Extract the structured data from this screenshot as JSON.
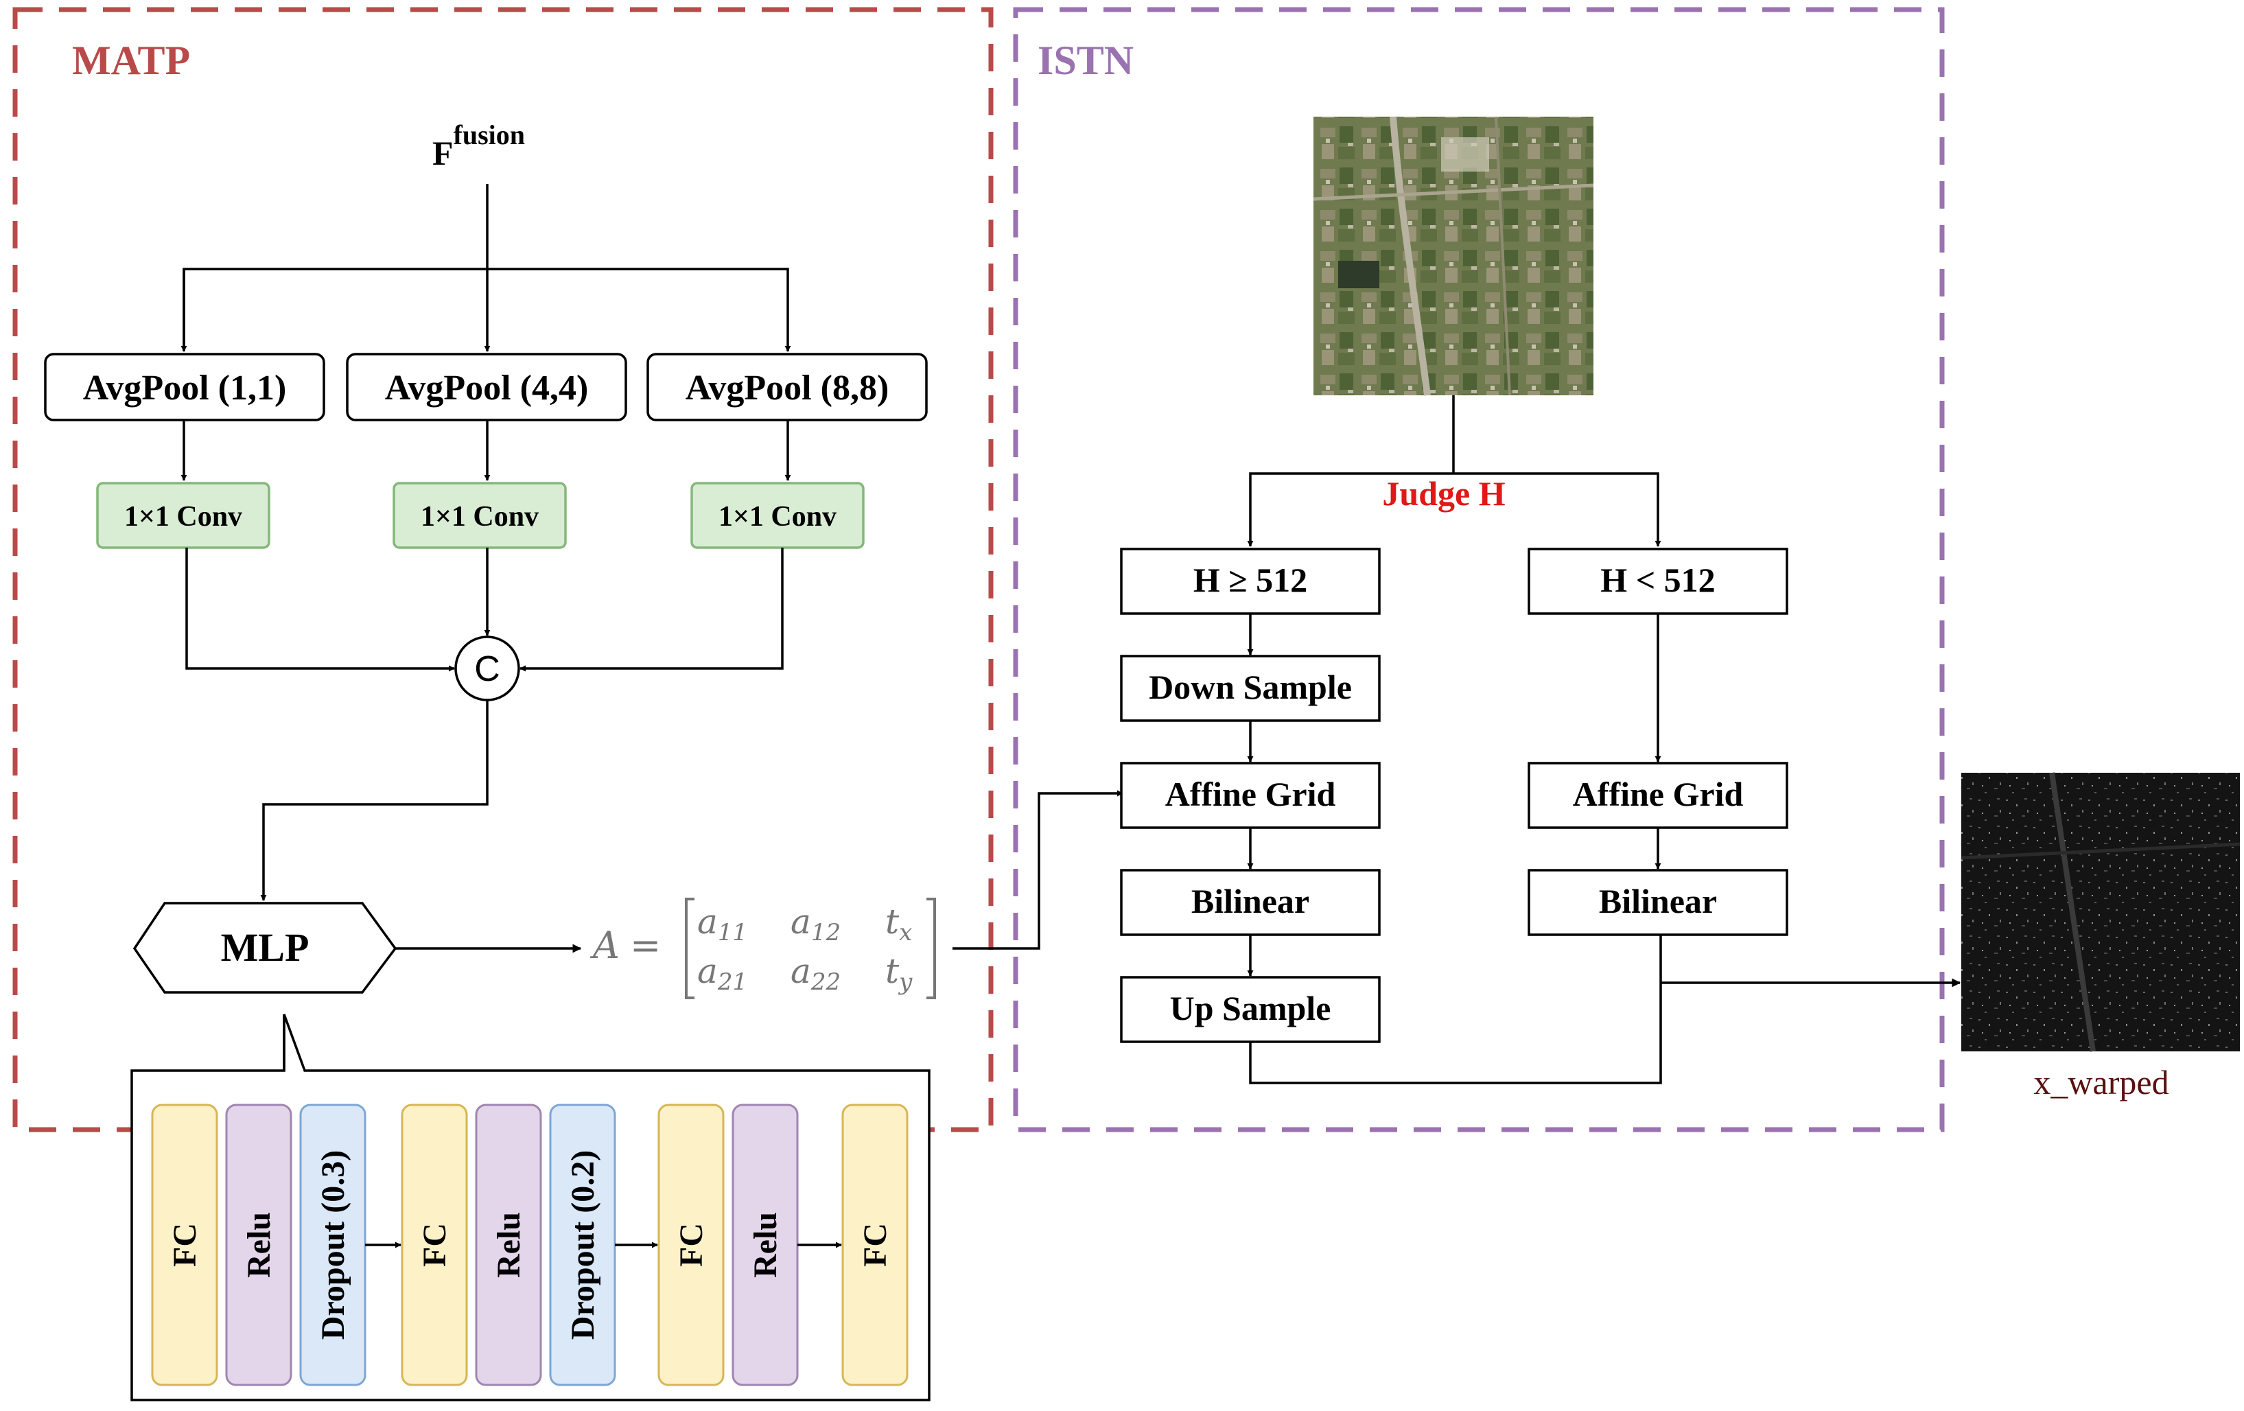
{
  "sections": {
    "matp": {
      "label": "MATP",
      "color": "#b94a4a"
    },
    "istn": {
      "label": "ISTN",
      "color": "#9a72b0"
    }
  },
  "input": {
    "base": "F",
    "superscript": "fusion"
  },
  "pool_boxes": [
    {
      "label": "AvgPool (1,1)"
    },
    {
      "label": "AvgPool (4,4)"
    },
    {
      "label": "AvgPool (8,8)"
    }
  ],
  "conv_boxes": [
    {
      "label": "1×1 Conv"
    },
    {
      "label": "1×1 Conv"
    },
    {
      "label": "1×1 Conv"
    }
  ],
  "concat": {
    "label": "C"
  },
  "mlp": {
    "label": "MLP"
  },
  "matrix": {
    "lhs": "A",
    "eq": "=",
    "cells": [
      {
        "base": "a",
        "sub": "11"
      },
      {
        "base": "a",
        "sub": "12"
      },
      {
        "base": "t",
        "sub": "x"
      },
      {
        "base": "a",
        "sub": "21"
      },
      {
        "base": "a",
        "sub": "22"
      },
      {
        "base": "t",
        "sub": "y"
      }
    ]
  },
  "mlp_layers": [
    {
      "label": "FC",
      "kind": "fc"
    },
    {
      "label": "Relu",
      "kind": "relu"
    },
    {
      "label": "Dropout  (0.3)",
      "kind": "dropout"
    },
    {
      "label": "FC",
      "kind": "fc"
    },
    {
      "label": "Relu",
      "kind": "relu"
    },
    {
      "label": "Dropout  (0.2)",
      "kind": "dropout"
    },
    {
      "label": "FC",
      "kind": "fc"
    },
    {
      "label": "Relu",
      "kind": "relu"
    },
    {
      "label": "FC",
      "kind": "fc"
    }
  ],
  "layer_colors": {
    "fc": {
      "fill": "#fdf1c8",
      "stroke": "#d6b656"
    },
    "relu": {
      "fill": "#e4d6ea",
      "stroke": "#a085b0"
    },
    "dropout": {
      "fill": "#dbe8f8",
      "stroke": "#7ea6d4"
    }
  },
  "judge": {
    "label": "Judge H",
    "color": "#e01818"
  },
  "left_branch": {
    "condition": "H ≥ 512",
    "steps": [
      "Down Sample",
      "Affine Grid",
      "Bilinear",
      "Up Sample"
    ]
  },
  "right_branch": {
    "condition": "H  <  512",
    "steps": [
      "Affine Grid",
      "Bilinear"
    ]
  },
  "output": {
    "label": "x_warped",
    "color": "#5a1010"
  },
  "images": {
    "input_image": "satellite-optical-image",
    "output_image": "warped-sar-image"
  }
}
